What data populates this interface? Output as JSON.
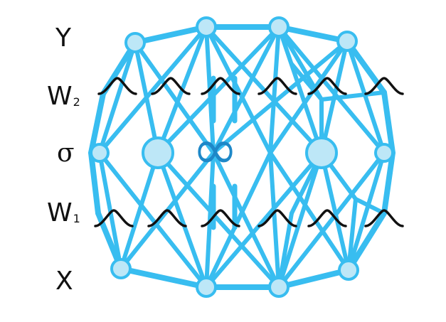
{
  "labels": {
    "y": "Y",
    "w2_base": "W",
    "w2_sub": "2",
    "sigma": "σ",
    "w1_base": "W",
    "w1_sub": "1",
    "x": "X"
  },
  "center_symbol": "∞",
  "colors": {
    "network_line": "#38BDF0",
    "network_node": "#BDE7F7",
    "node_stroke": "#38BDF0",
    "infinity": "#1E88C8",
    "bump": "#111111",
    "label": "#111111"
  }
}
